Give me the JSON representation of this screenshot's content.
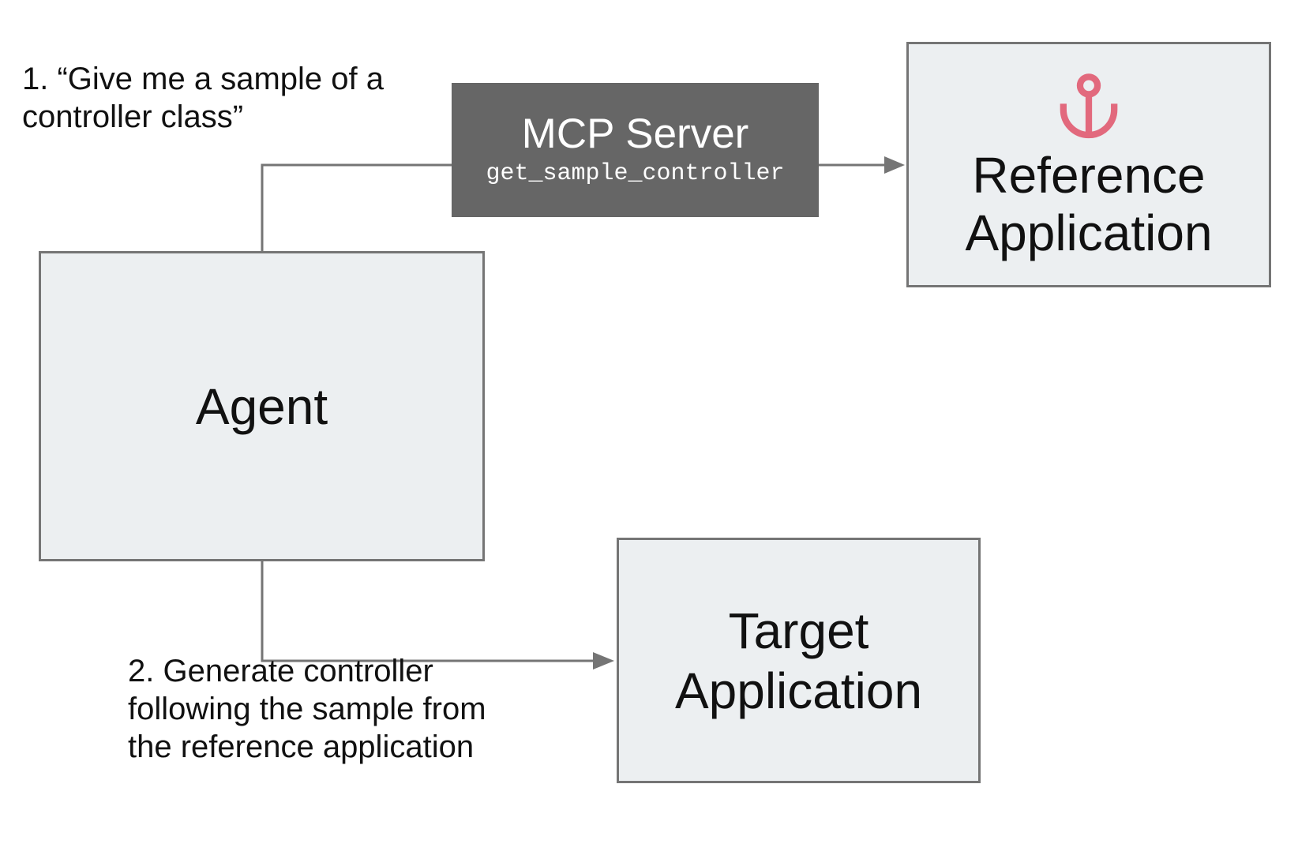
{
  "diagram": {
    "annotations": {
      "step1": "1. “Give me a sample of a\ncontroller class”",
      "step2": "2. Generate controller\nfollowing the sample from\nthe reference application"
    },
    "nodes": {
      "agent": {
        "label": "Agent"
      },
      "mcp_server": {
        "title": "MCP Server",
        "subtitle": "get_sample_controller"
      },
      "reference_app": {
        "label": "Reference\nApplication",
        "icon": "anchor-icon"
      },
      "target_app": {
        "label": "Target\nApplication"
      }
    },
    "colors": {
      "background": "#ffffff",
      "node_fill": "#eceff1",
      "node_border": "#757575",
      "mcp_fill": "#666666",
      "mcp_text": "#ffffff",
      "connector": "#757575",
      "anchor": "#e2697d",
      "text": "#111111"
    }
  }
}
